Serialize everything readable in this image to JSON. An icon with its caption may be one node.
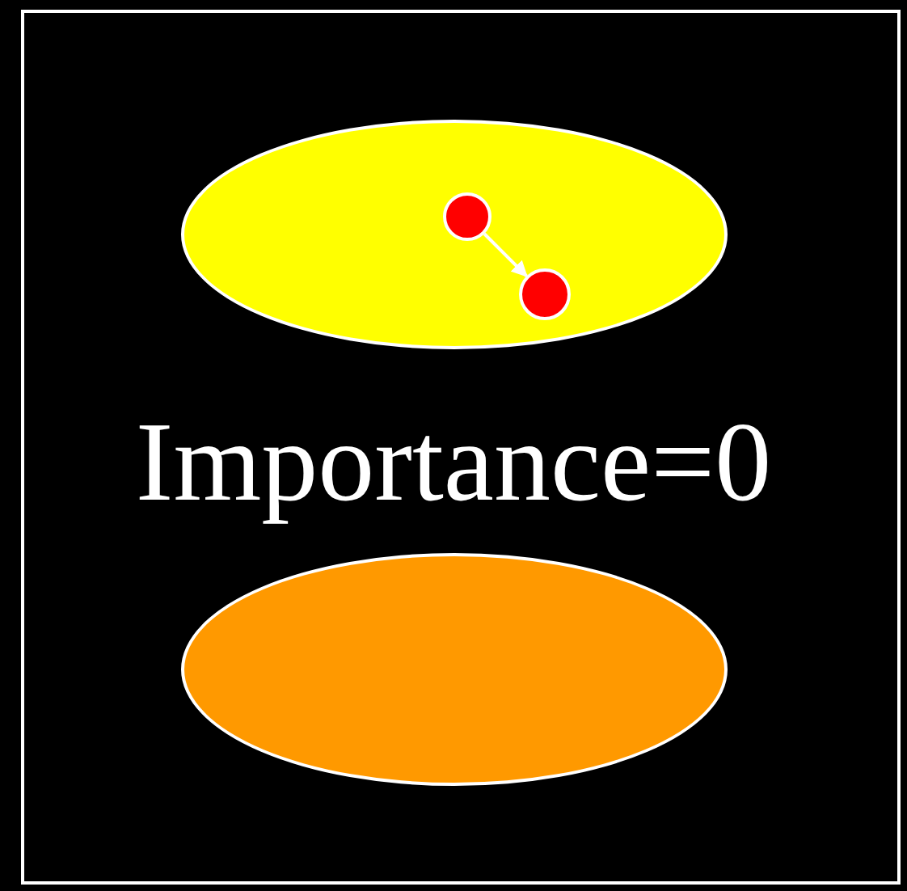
{
  "diagram": {
    "nodes": [
      {
        "text": [],
        "shape": "ellipse"
      },
      {
        "text": [],
        "shape": "circle",
        "in": 0
      },
      {
        "text": [],
        "shape": "circle",
        "in": 0
      },
      {
        "text": [],
        "shape": "ellipse"
      }
    ],
    "edges": [
      {
        "from": 1,
        "to": 2,
        "arrow": "to"
      }
    ],
    "labels": [
      "Importance=0"
    ]
  }
}
